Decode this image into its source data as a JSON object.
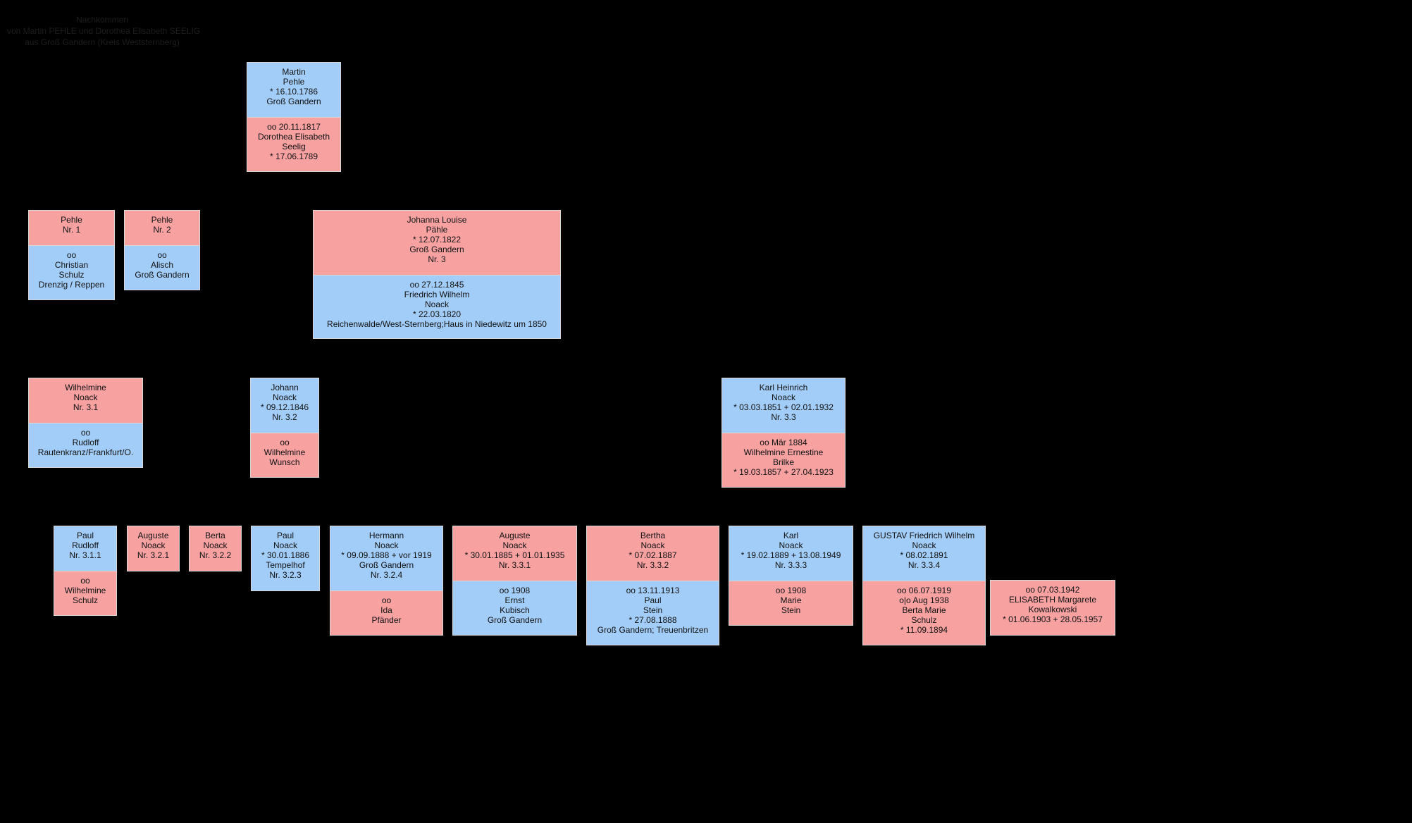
{
  "colors": {
    "background": "#000000",
    "male": "#a2cdf8",
    "female": "#f7a1a1"
  },
  "header": {
    "lines": [
      "Nachkommen",
      "von Martin PEHLE und Dorothea Elisabeth SEELIG",
      "aus Groß Gandern (Kreis Weststernberg)"
    ]
  },
  "persons": {
    "martin_pehle": {
      "main": [
        "Martin",
        "Pehle",
        "* 16.10.1786",
        "Groß Gandern"
      ],
      "spouse": [
        "oo 20.11.1817",
        "Dorothea Elisabeth",
        "Seelig",
        "* 17.06.1789"
      ]
    },
    "pehle_1": {
      "main": [
        "Pehle",
        "Nr. 1"
      ],
      "spouse": [
        "oo",
        "Christian",
        "Schulz",
        "Drenzig / Reppen"
      ]
    },
    "pehle_2": {
      "main": [
        "Pehle",
        "Nr. 2"
      ],
      "spouse": [
        "oo",
        "Alisch",
        "Groß Gandern"
      ]
    },
    "johanna_louise": {
      "main": [
        "Johanna Louise",
        "Pähle",
        "* 12.07.1822",
        "Groß Gandern",
        "Nr. 3"
      ],
      "spouse": [
        "oo 27.12.1845",
        "Friedrich Wilhelm",
        "Noack",
        "* 22.03.1820",
        "Reichenwalde/West-Sternberg;Haus in Niedewitz um 1850"
      ]
    },
    "wilhelmine_noack": {
      "main": [
        "Wilhelmine",
        "Noack",
        "Nr. 3.1"
      ],
      "spouse": [
        "oo",
        "Rudloff",
        "Rautenkranz/Frankfurt/O."
      ]
    },
    "johann_noack": {
      "main": [
        "Johann",
        "Noack",
        "* 09.12.1846",
        "Nr. 3.2"
      ],
      "spouse": [
        "oo",
        "Wilhelmine",
        "Wunsch"
      ]
    },
    "karl_heinrich": {
      "main": [
        "Karl Heinrich",
        "Noack",
        "* 03.03.1851  + 02.01.1932",
        "Nr. 3.3"
      ],
      "spouse": [
        "oo Mär 1884",
        "Wilhelmine Ernestine",
        "Brilke",
        "* 19.03.1857  + 27.04.1923"
      ]
    },
    "paul_rudloff": {
      "main": [
        "Paul",
        "Rudloff",
        "Nr. 3.1.1"
      ],
      "spouse": [
        "oo",
        "Wilhelmine",
        "Schulz"
      ]
    },
    "auguste_321": {
      "main": [
        "Auguste",
        "Noack",
        "Nr. 3.2.1"
      ]
    },
    "berta_322": {
      "main": [
        "Berta",
        "Noack",
        "Nr. 3.2.2"
      ]
    },
    "paul_323": {
      "main": [
        "Paul",
        "Noack",
        "* 30.01.1886",
        "Tempelhof",
        "Nr. 3.2.3"
      ]
    },
    "hermann_324": {
      "main": [
        "Hermann",
        "Noack",
        "* 09.09.1888  + vor 1919",
        "Groß Gandern",
        "Nr. 3.2.4"
      ],
      "spouse": [
        "oo",
        "Ida",
        "Pfänder"
      ]
    },
    "auguste_331": {
      "main": [
        "Auguste",
        "Noack",
        "* 30.01.1885  + 01.01.1935",
        "Nr. 3.3.1"
      ],
      "spouse": [
        "oo 1908",
        "Ernst",
        "Kubisch",
        "Groß Gandern"
      ]
    },
    "bertha_332": {
      "main": [
        "Bertha",
        "Noack",
        "* 07.02.1887",
        "Nr. 3.3.2"
      ],
      "spouse": [
        "oo 13.11.1913",
        "Paul",
        "Stein",
        "* 27.08.1888",
        "Groß Gandern; Treuenbritzen"
      ]
    },
    "karl_333": {
      "main": [
        "Karl",
        "Noack",
        "* 19.02.1889  + 13.08.1949",
        "Nr. 3.3.3"
      ],
      "spouse": [
        "oo 1908",
        "Marie",
        "Stein"
      ]
    },
    "gustav_334": {
      "main": [
        "GUSTAV Friedrich Wilhelm",
        "Noack",
        "* 08.02.1891",
        "Nr. 3.3.4"
      ],
      "spouse": [
        "oo 06.07.1919",
        "o|o  Aug 1938",
        "Berta Marie",
        "Schulz",
        "* 11.09.1894"
      ]
    },
    "elisabeth": {
      "main": [
        "oo 07.03.1942",
        "ELISABETH Margarete",
        "Kowalkowski",
        "* 01.06.1903  + 28.05.1957"
      ]
    }
  }
}
